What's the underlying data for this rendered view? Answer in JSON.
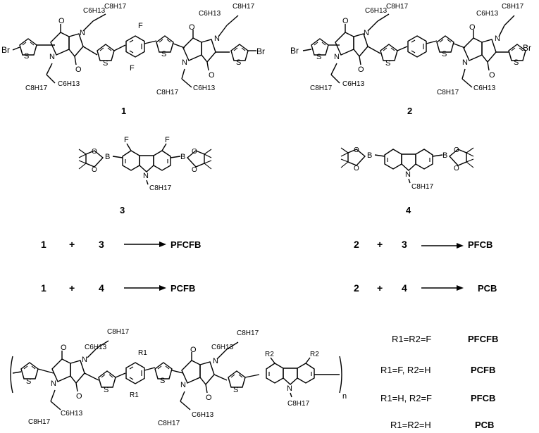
{
  "compound_labels": {
    "c1": "1",
    "c2": "2",
    "c3": "3",
    "c4": "4"
  },
  "atoms": {
    "br": "Br",
    "s": "S",
    "n": "N",
    "o": "O",
    "f": "F",
    "b": "B",
    "n_sub": "n",
    "c6h13": "C6H13",
    "c8h17": "C8H17",
    "r1": "R1",
    "r2": "R2"
  },
  "reactions": [
    {
      "a": "1",
      "plus": "+",
      "b": "3",
      "product": "PFCFB"
    },
    {
      "a": "1",
      "plus": "+",
      "b": "4",
      "product": "PCFB"
    },
    {
      "a": "2",
      "plus": "+",
      "b": "3",
      "product": "PFCB"
    },
    {
      "a": "2",
      "plus": "+",
      "b": "4",
      "product": "PCB"
    }
  ],
  "substituent_table": [
    {
      "condition": "R1=R2=F",
      "polymer": "PFCFB"
    },
    {
      "condition": "R1=F, R2=H",
      "polymer": "PCFB"
    },
    {
      "condition": "R1=H, R2=F",
      "polymer": "PFCB"
    },
    {
      "condition": "R1=R2=H",
      "polymer": "PCB"
    }
  ]
}
